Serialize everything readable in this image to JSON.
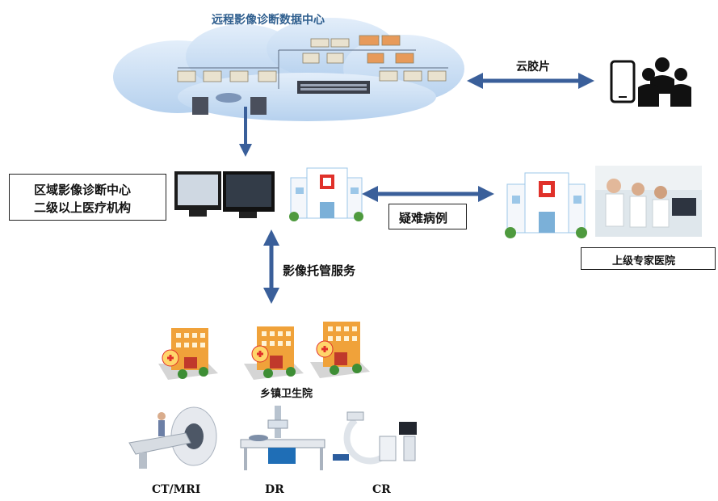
{
  "title": "远程影像诊断数据中心",
  "cloud_film_label": "云胶片",
  "regional_center": {
    "line1": "区域影像诊断中心",
    "line2": "二级以上医疗机构"
  },
  "difficult_cases_label": "疑难病例",
  "senior_hospital_label": "上级专家医院",
  "hosting_label": "影像托管服务",
  "township_label": "乡镇卫生院",
  "devices": [
    "CT/MRI",
    "DR",
    "CR"
  ],
  "colors": {
    "arrow": "#3a5f9a",
    "title": "#2f5f8f",
    "cloud": "#cfe2f6",
    "building_orange": "#f0a23a",
    "hospital_blue": "#9cc7e8",
    "red_cross": "#e0312a"
  }
}
